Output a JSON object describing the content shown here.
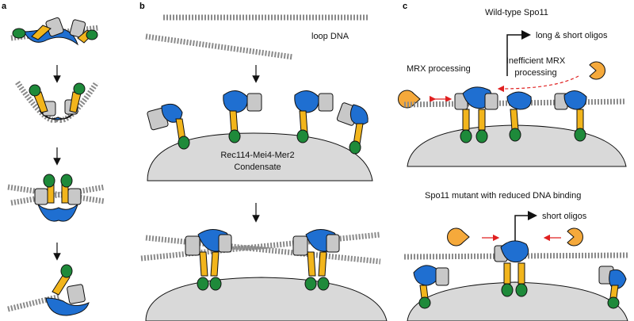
{
  "panels": {
    "a": {
      "letter": "a"
    },
    "b": {
      "letter": "b",
      "loop_dna_label": "loop DNA",
      "condensate_label_line1": "Rec114-Mei4-Mer2",
      "condensate_label_line2": "Condensate"
    },
    "c": {
      "letter": "c",
      "wildtype_title": "Wild-type Spo11",
      "wildtype_products": "long & short oligos",
      "mrx_processing": "MRX processing",
      "inefficient_line1": "Inefficient MRX",
      "inefficient_line2": "processing",
      "mutant_title": "Spo11 mutant with reduced DNA binding",
      "mutant_products": "short oligos"
    }
  },
  "colors": {
    "spo11_blue": "#1f6fd1",
    "rec102_yellow": "#f2b51c",
    "ski8_green": "#1e8a3a",
    "rec104_gray": "#c8c8c8",
    "dna": "#8a8a8a",
    "condensate": "#d9d9d9",
    "mrx_orange": "#f5a93b",
    "arrow_red": "#e02020"
  }
}
